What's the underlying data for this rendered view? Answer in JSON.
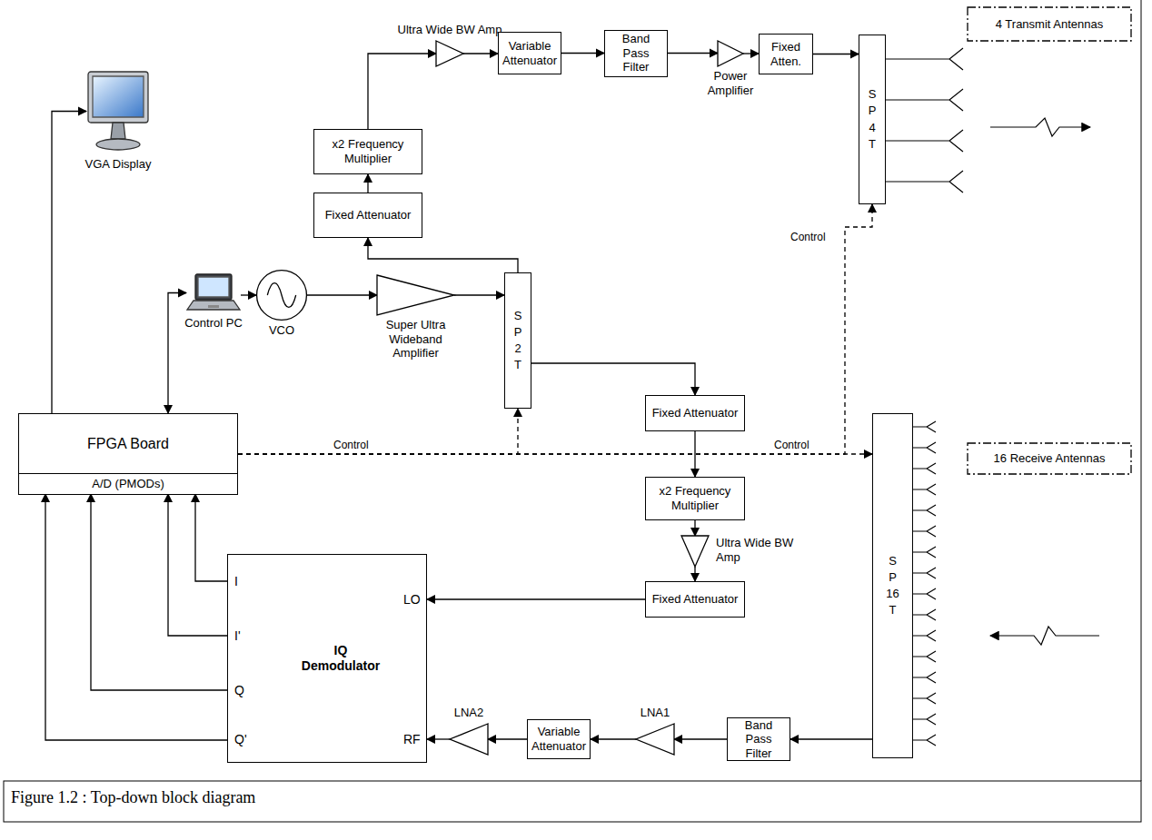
{
  "diagram": {
    "caption": "Figure 1.2 : Top-down block diagram",
    "nodes": [
      {
        "text": [
          "Ultra Wide BW Amp"
        ]
      },
      {
        "text": [
          "Variable Attenuator"
        ]
      },
      {
        "text": [
          "Band Pass Filter"
        ]
      },
      {
        "text": [
          "Power Amplifier"
        ]
      },
      {
        "text": [
          "Fixed Atten."
        ]
      },
      {
        "text": [
          "S P 4 T"
        ]
      },
      {
        "text": [
          "x2 Frequency Multiplier"
        ]
      },
      {
        "text": [
          "Fixed Attenuator"
        ]
      },
      {
        "text": [
          "VGA Display"
        ]
      },
      {
        "text": [
          "Control PC"
        ]
      },
      {
        "text": [
          "VCO"
        ]
      },
      {
        "text": [
          "Super Ultra Wideband Amplifier"
        ]
      },
      {
        "text": [
          "S P 2 T"
        ]
      },
      {
        "text": [
          "FPGA Board"
        ]
      },
      {
        "text": [
          "A/D (PMODs)"
        ],
        "in": 13
      },
      {
        "text": [
          "Fixed Attenuator"
        ]
      },
      {
        "text": [
          "S P 16 T"
        ]
      },
      {
        "text": [
          "x2 Frequency Multiplier"
        ]
      },
      {
        "text": [
          "Ultra Wide BW Amp"
        ]
      },
      {
        "text": [
          "IQ Demodulator"
        ]
      },
      {
        "text": [
          "Fixed Attenuator"
        ]
      },
      {
        "text": [
          "LNA2"
        ]
      },
      {
        "text": [
          "Variable Attenuator"
        ]
      },
      {
        "text": [
          "LNA1"
        ]
      },
      {
        "text": [
          "Band Pass Filter"
        ]
      },
      {
        "text": [
          "4 Transmit Antennas"
        ]
      },
      {
        "text": [
          "16 Receive Antennas"
        ]
      }
    ],
    "edges": [
      {
        "from": 7,
        "to": 6,
        "arrow": "to"
      },
      {
        "from": 6,
        "to": 0,
        "arrow": "to"
      },
      {
        "from": 0,
        "to": 1,
        "arrow": "to"
      },
      {
        "from": 1,
        "to": 2,
        "arrow": "to"
      },
      {
        "from": 2,
        "to": 3,
        "arrow": "to"
      },
      {
        "from": 3,
        "to": 4,
        "arrow": "to"
      },
      {
        "from": 4,
        "to": 5,
        "arrow": "to"
      },
      {
        "from": 13,
        "to": 8,
        "arrow": "to"
      },
      {
        "from": 13,
        "to": 9,
        "arrow": "both"
      },
      {
        "from": 9,
        "to": 10,
        "arrow": "to"
      },
      {
        "from": 10,
        "to": 11,
        "arrow": "to"
      },
      {
        "from": 11,
        "to": 12,
        "arrow": "to"
      },
      {
        "from": 12,
        "to": 7,
        "arrow": "to"
      },
      {
        "from": 12,
        "to": 15,
        "arrow": "to"
      },
      {
        "from": 13,
        "to": 12,
        "label": "Control",
        "arrow": "to"
      },
      {
        "from": 13,
        "to": 5,
        "label": "Control",
        "arrow": "to"
      },
      {
        "from": 13,
        "to": 16,
        "label": "Control",
        "arrow": "to"
      },
      {
        "from": 15,
        "to": 17,
        "arrow": "to"
      },
      {
        "from": 17,
        "to": 18,
        "arrow": "to"
      },
      {
        "from": 18,
        "to": 20,
        "arrow": "to"
      },
      {
        "from": 20,
        "to": 19,
        "arrow": "to"
      },
      {
        "from": 16,
        "to": 24,
        "arrow": "to"
      },
      {
        "from": 24,
        "to": 23,
        "arrow": "to"
      },
      {
        "from": 23,
        "to": 22,
        "arrow": "to"
      },
      {
        "from": 22,
        "to": 21,
        "arrow": "to"
      },
      {
        "from": 21,
        "to": 19,
        "arrow": "to"
      },
      {
        "from": 19,
        "to": 14,
        "arrow": "to"
      },
      {
        "from": 19,
        "to": 14,
        "arrow": "to"
      },
      {
        "from": 19,
        "to": 14,
        "arrow": "to"
      },
      {
        "from": 19,
        "to": 14,
        "arrow": "to"
      }
    ],
    "labels": [
      "I",
      "I'",
      "Q",
      "Q'",
      "LO",
      "RF"
    ]
  }
}
